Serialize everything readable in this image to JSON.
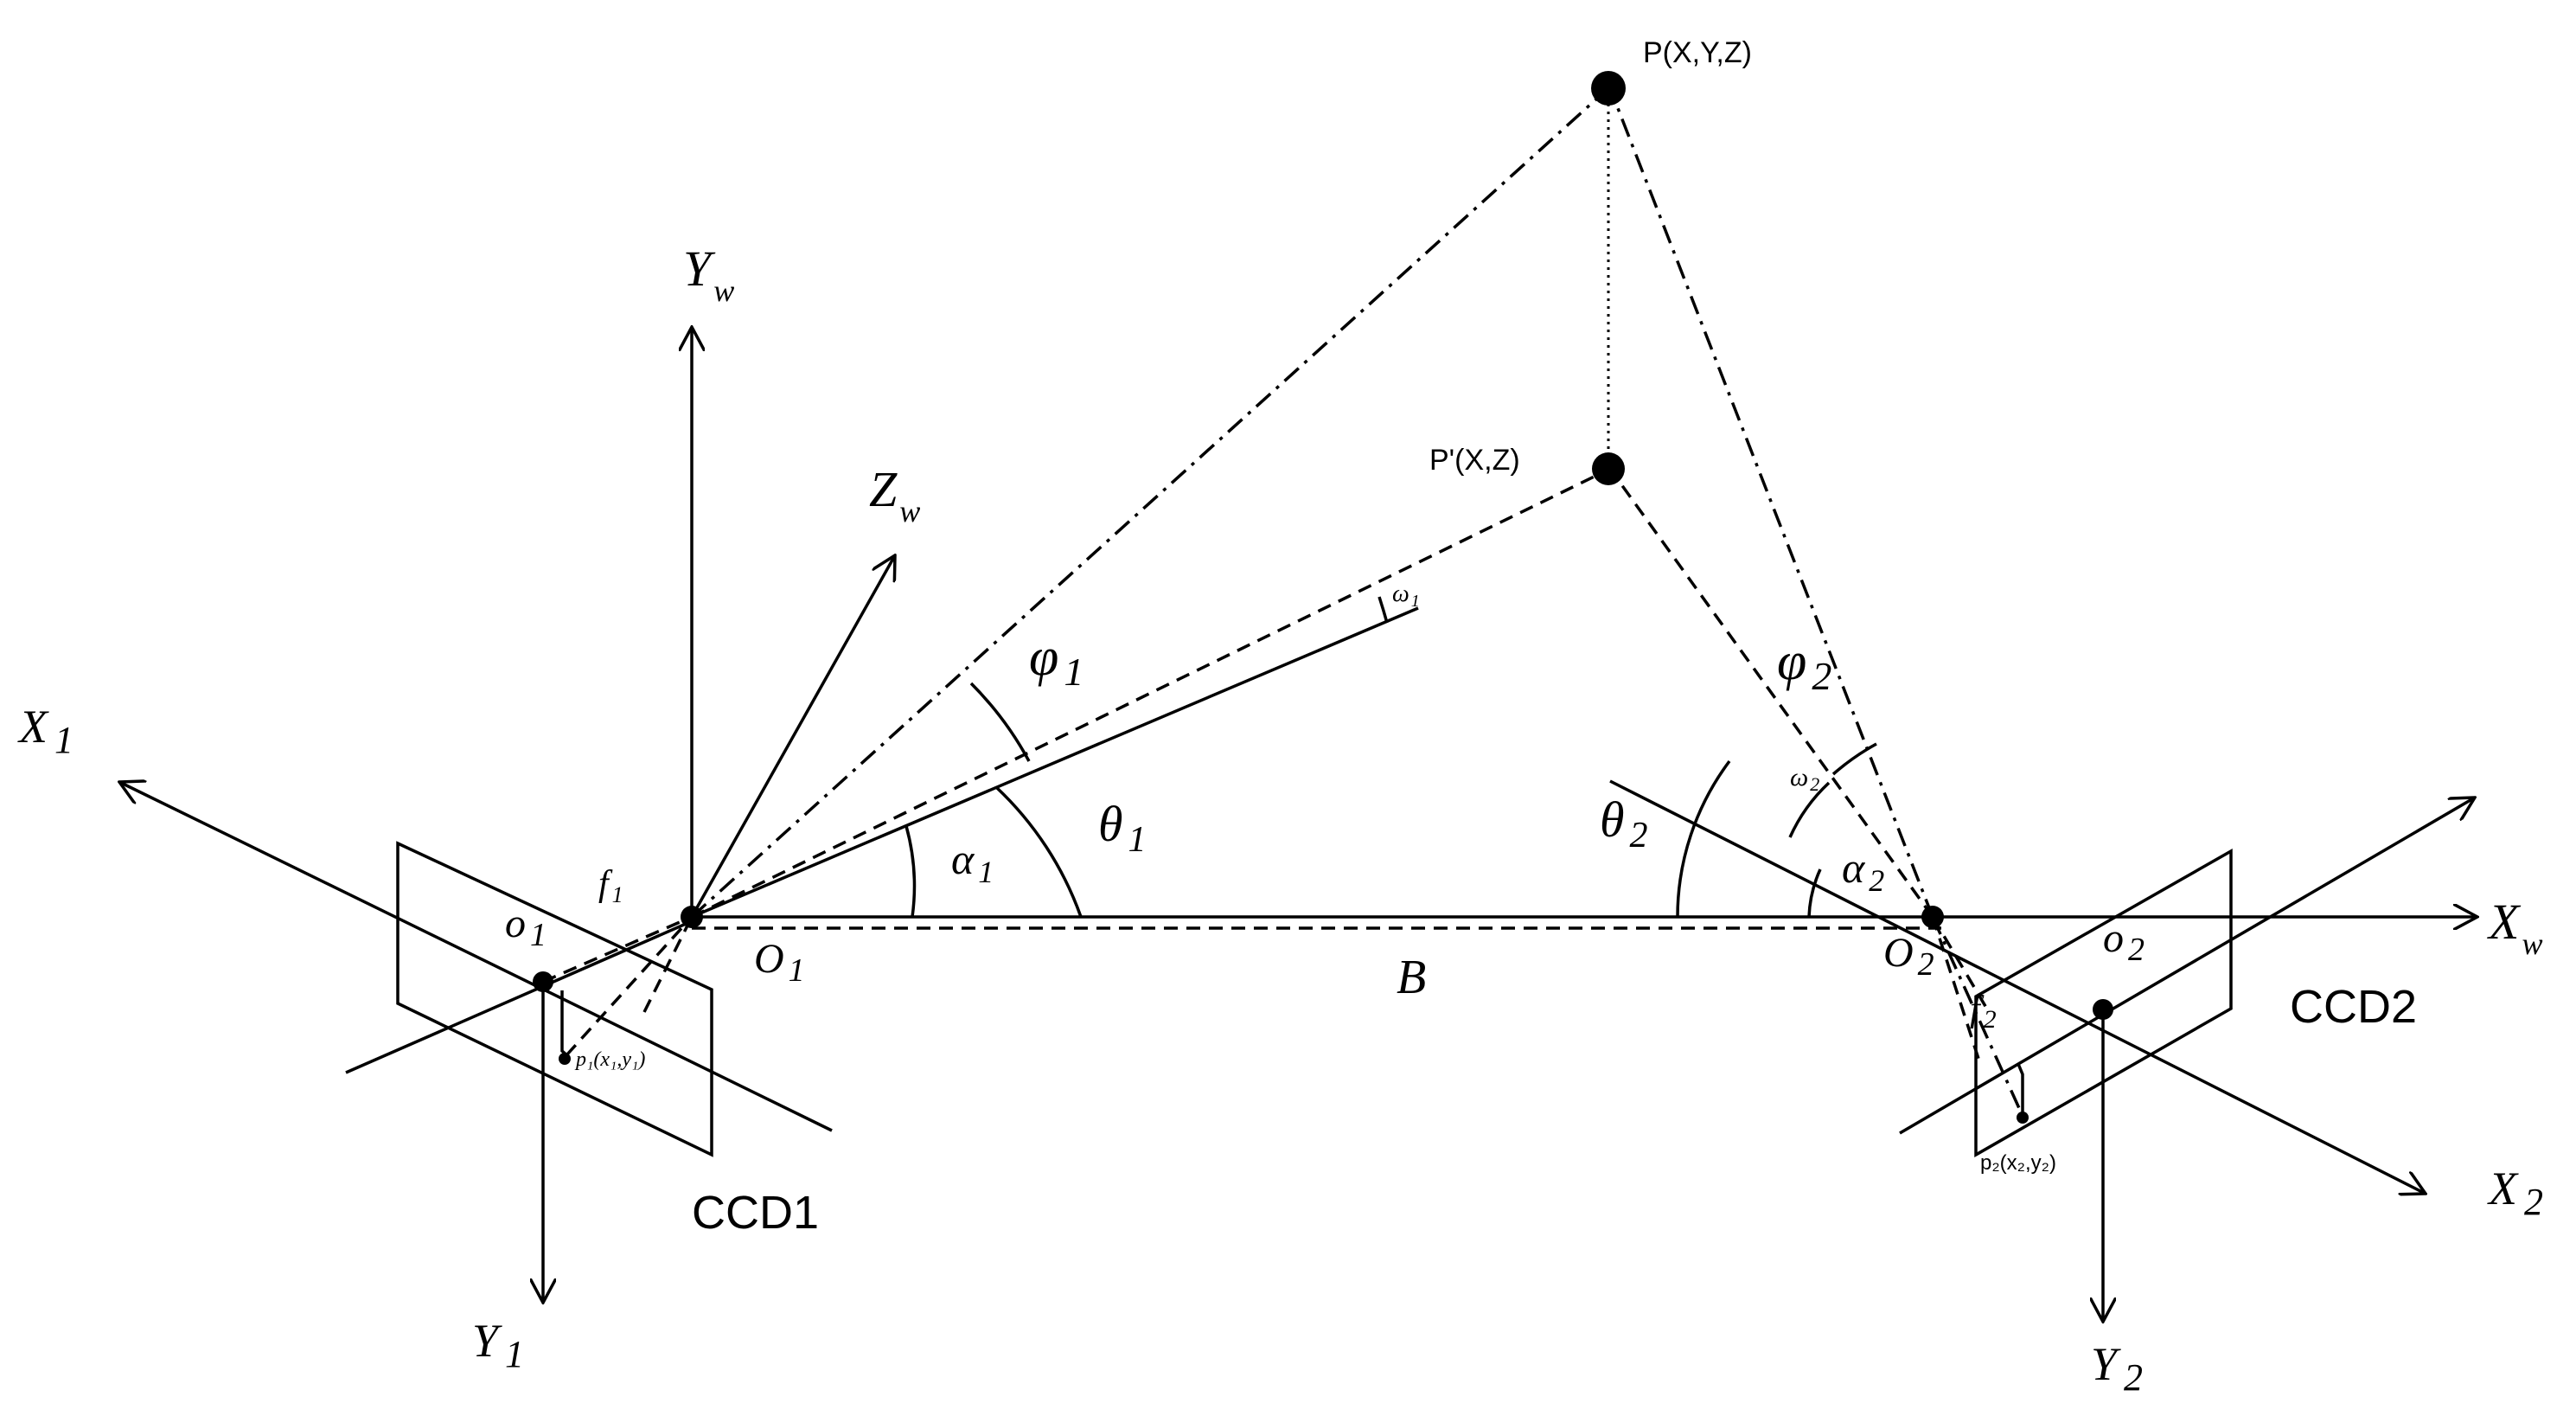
{
  "labels": {
    "p": "P(X,Y,Z)",
    "p_prime": "P'(X,Z)",
    "yw_main": "Y",
    "yw_sub": "w",
    "zw_main": "Z",
    "zw_sub": "w",
    "xw_main": "X",
    "xw_sub": "w",
    "x1_main": "X",
    "x1_sub": "1",
    "y1_main": "Y",
    "y1_sub": "1",
    "x2_main": "X",
    "x2_sub": "2",
    "y2_main": "Y",
    "y2_sub": "2",
    "o1_main": "o",
    "o1_sub": "1",
    "O1_main": "O",
    "O1_sub": "1",
    "o2_main": "o",
    "o2_sub": "2",
    "O2_main": "O",
    "O2_sub": "2",
    "f1_main": "f",
    "f1_sub": "1",
    "f2_main": "f",
    "f2_sub": "2",
    "phi1_main": "φ",
    "phi1_sub": "1",
    "phi2_main": "φ",
    "phi2_sub": "2",
    "theta1_main": "θ",
    "theta1_sub": "1",
    "theta2_main": "θ",
    "theta2_sub": "2",
    "alpha1_main": "α",
    "alpha1_sub": "1",
    "alpha2_main": "α",
    "alpha2_sub": "2",
    "omega1_main": "ω",
    "omega1_sub": "1",
    "omega2_main": "ω",
    "omega2_sub": "2",
    "b": "B",
    "ccd1": "CCD1",
    "ccd2": "CCD2",
    "p1": "p₁(x₁,y₁)",
    "p2": "p₂(x₂,y₂)"
  }
}
